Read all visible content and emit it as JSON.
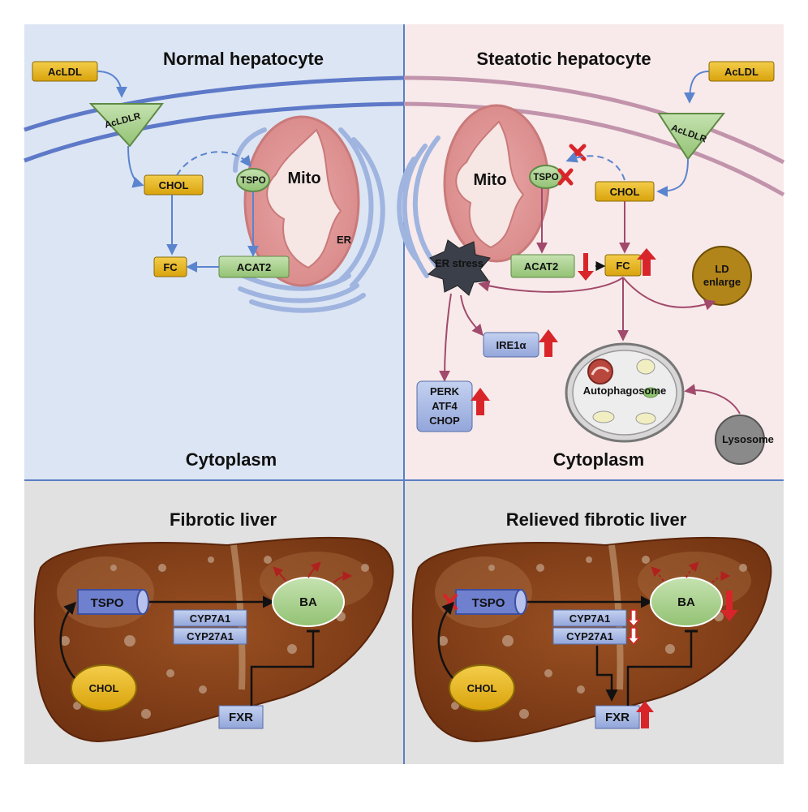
{
  "panels": {
    "normal": {
      "title": "Normal hepatocyte",
      "acldl": "AcLDL",
      "acldlr": "AcLDLR",
      "chol": "CHOL",
      "tspo": "TSPO",
      "mito": "Mito",
      "er": "ER",
      "fc": "FC",
      "acat2": "ACAT2",
      "cytoplasm": "Cytoplasm"
    },
    "steatotic": {
      "title": "Steatotic hepatocyte",
      "acldl": "AcLDL",
      "acldlr": "AcLDLR",
      "chol": "CHOL",
      "tspo": "TSPO",
      "mito": "Mito",
      "er_stress": "ER stress",
      "acat2": "ACAT2",
      "fc": "FC",
      "ld_line1": "LD",
      "ld_line2": "enlarge",
      "ire1a": "IRE1α",
      "perk": "PERK",
      "atf4": "ATF4",
      "chop": "CHOP",
      "autophagosome": "Autophagosome",
      "lysosome": "Lysosome",
      "cytoplasm": "Cytoplasm"
    },
    "fibrotic": {
      "title": "Fibrotic liver",
      "tspo": "TSPO",
      "cyp7a1": "CYP7A1",
      "cyp27a1": "CYP27A1",
      "ba": "BA",
      "chol": "CHOL",
      "fxr": "FXR"
    },
    "relieved": {
      "title": "Relieved fibrotic liver",
      "tspo": "TSPO",
      "cyp7a1": "CYP7A1",
      "cyp27a1": "CYP27A1",
      "ba": "BA",
      "chol": "CHOL",
      "fxr": "FXR"
    }
  },
  "colors": {
    "normal_bg": "#dce5f3",
    "steatotic_bg": "#f8eaea",
    "liver_bg": "#e2e1e1",
    "divider": "#5b7fc4",
    "yellow_box": "#e8b516",
    "green_box": "#a9d08e",
    "blue_box": "#a9b9e3",
    "liver": "#7b3a14",
    "up_arrow": "#d8252a",
    "pathway": "#a14a6c",
    "normal_arrow": "#5b84cf"
  }
}
